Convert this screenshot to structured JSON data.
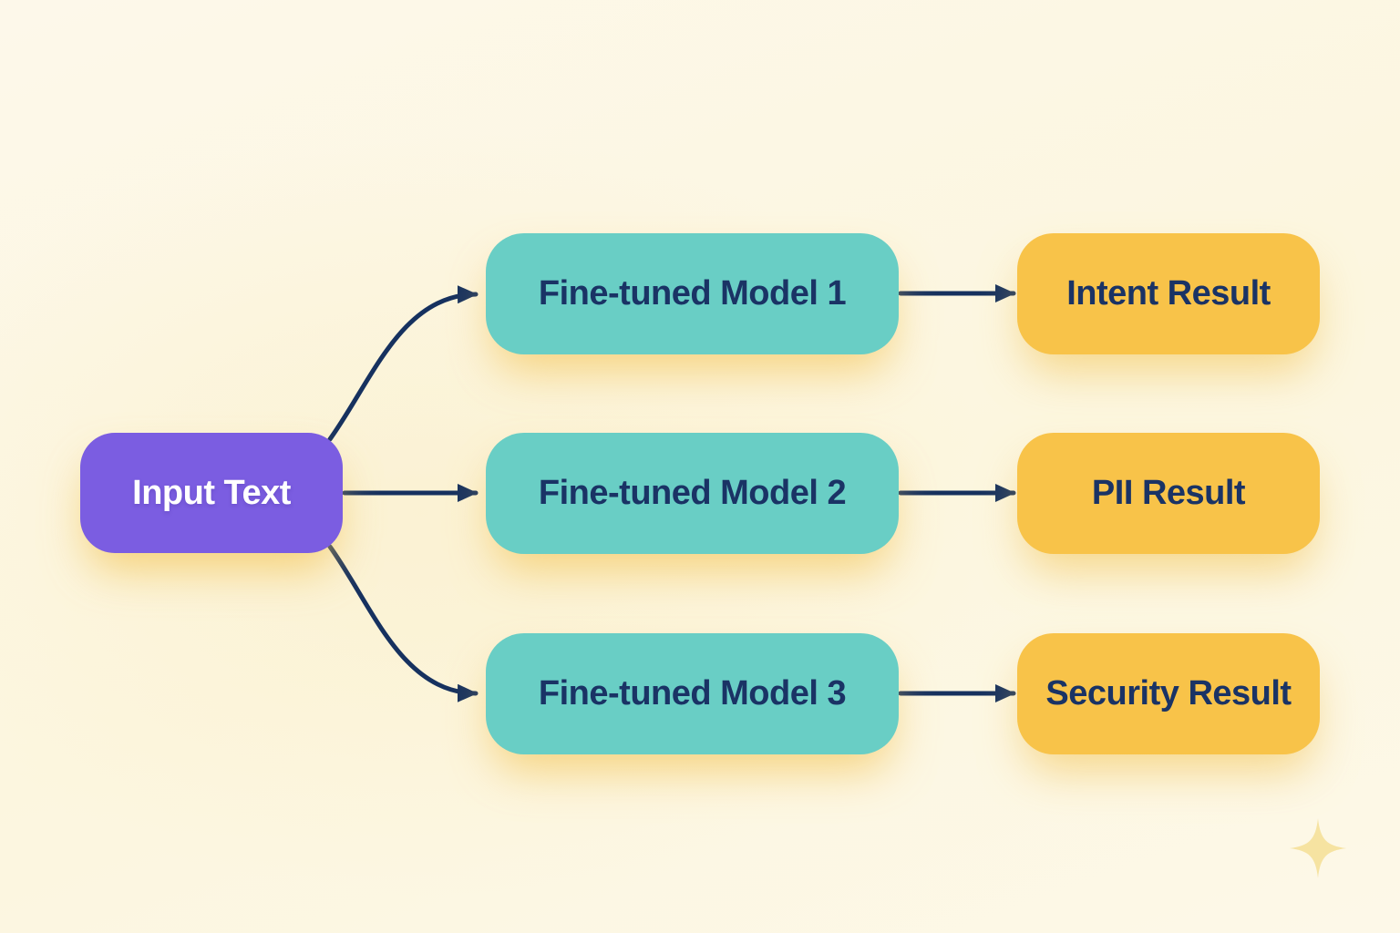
{
  "diagram": {
    "input": {
      "label": "Input Text"
    },
    "models": [
      {
        "label": "Fine-tuned Model 1"
      },
      {
        "label": "Fine-tuned Model 2"
      },
      {
        "label": "Fine-tuned Model 3"
      }
    ],
    "results": [
      {
        "label": "Intent Result"
      },
      {
        "label": "PII Result"
      },
      {
        "label": "Security Result"
      }
    ],
    "edges": [
      {
        "from": "input",
        "to": "model-1"
      },
      {
        "from": "input",
        "to": "model-2"
      },
      {
        "from": "input",
        "to": "model-3"
      },
      {
        "from": "model-1",
        "to": "result-intent"
      },
      {
        "from": "model-2",
        "to": "result-pii"
      },
      {
        "from": "model-3",
        "to": "result-security"
      }
    ],
    "colors": {
      "background": "#FCF6E2",
      "input_node": "#7B5DE1",
      "model_node": "#69CEC5",
      "result_node": "#F8C349",
      "arrow": "#16315F",
      "node_text": "#1A3365",
      "input_text": "#FFFFFF",
      "glow": "#F3C65A",
      "sparkle": "#F6E3A1"
    }
  }
}
